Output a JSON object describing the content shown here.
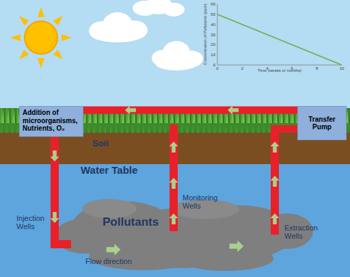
{
  "diagram": {
    "nodes": [
      {
        "text": [
          "Addition of microorganisms, Nutrients, O₂"
        ]
      },
      {
        "text": [
          "Transfer Pump"
        ]
      }
    ],
    "edges": [
      {
        "from": 1,
        "to": 0,
        "arrow": "to"
      }
    ],
    "labels": [
      "Soil",
      "Water Table",
      "Pollutants",
      "Injection Wells",
      "Monitoring Wells",
      "Extraction Wells",
      "Flow direction",
      "Concentration of Pollutants (ppm)",
      "Time (weeks or months)",
      "0",
      "10",
      "20",
      "30",
      "40",
      "50",
      "60",
      "0",
      "2",
      "4",
      "6",
      "8",
      "10"
    ]
  }
}
